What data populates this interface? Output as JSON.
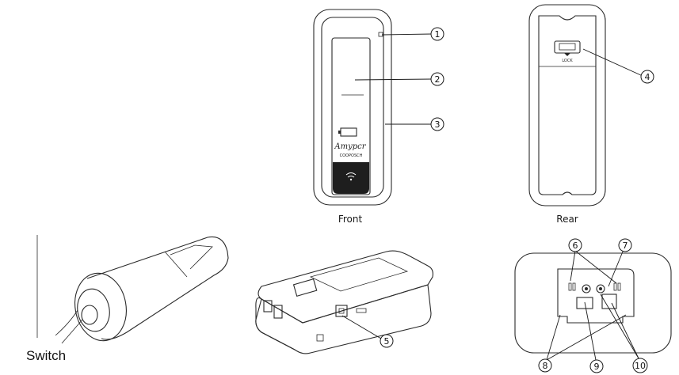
{
  "captions": {
    "front": "Front",
    "rear": "Rear",
    "switch": "Switch"
  },
  "device_text": {
    "brand": "Amypcr",
    "maker": "COOPOSCH",
    "lock": "LOCK"
  },
  "callouts": [
    "1",
    "2",
    "3",
    "4",
    "5",
    "6",
    "7",
    "8",
    "9",
    "10"
  ]
}
